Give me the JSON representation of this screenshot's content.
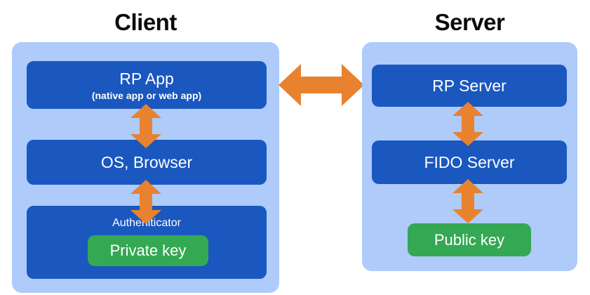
{
  "diagram": {
    "type": "block-diagram",
    "title_left": "Client",
    "title_right": "Server",
    "colors": {
      "background": "#ffffff",
      "panel": "#aecbfa",
      "box": "#1a57bf",
      "key_pill": "#34a853",
      "arrow": "#e8822f",
      "title_text": "#0b0b0b",
      "box_text": "#ffffff"
    }
  },
  "client": {
    "title": "Client",
    "rp_app": {
      "title": "RP App",
      "subtitle": "(native app or web app)"
    },
    "os_browser": {
      "title": "OS, Browser"
    },
    "authenticator": {
      "title": "Autheniticator",
      "key": "Private key"
    }
  },
  "server": {
    "title": "Server",
    "rp_server": {
      "title": "RP Server"
    },
    "fido_server": {
      "title": "FIDO Server"
    },
    "public_key": {
      "label": "Public key"
    }
  },
  "connectors": [
    {
      "name": "rp-app-to-os-browser",
      "direction": "bidirectional",
      "orientation": "vertical"
    },
    {
      "name": "os-browser-to-authenticator",
      "direction": "bidirectional",
      "orientation": "vertical"
    },
    {
      "name": "client-to-server",
      "direction": "bidirectional",
      "orientation": "horizontal"
    },
    {
      "name": "rp-server-to-fido-server",
      "direction": "bidirectional",
      "orientation": "vertical"
    },
    {
      "name": "fido-server-to-public-key",
      "direction": "bidirectional",
      "orientation": "vertical"
    }
  ]
}
